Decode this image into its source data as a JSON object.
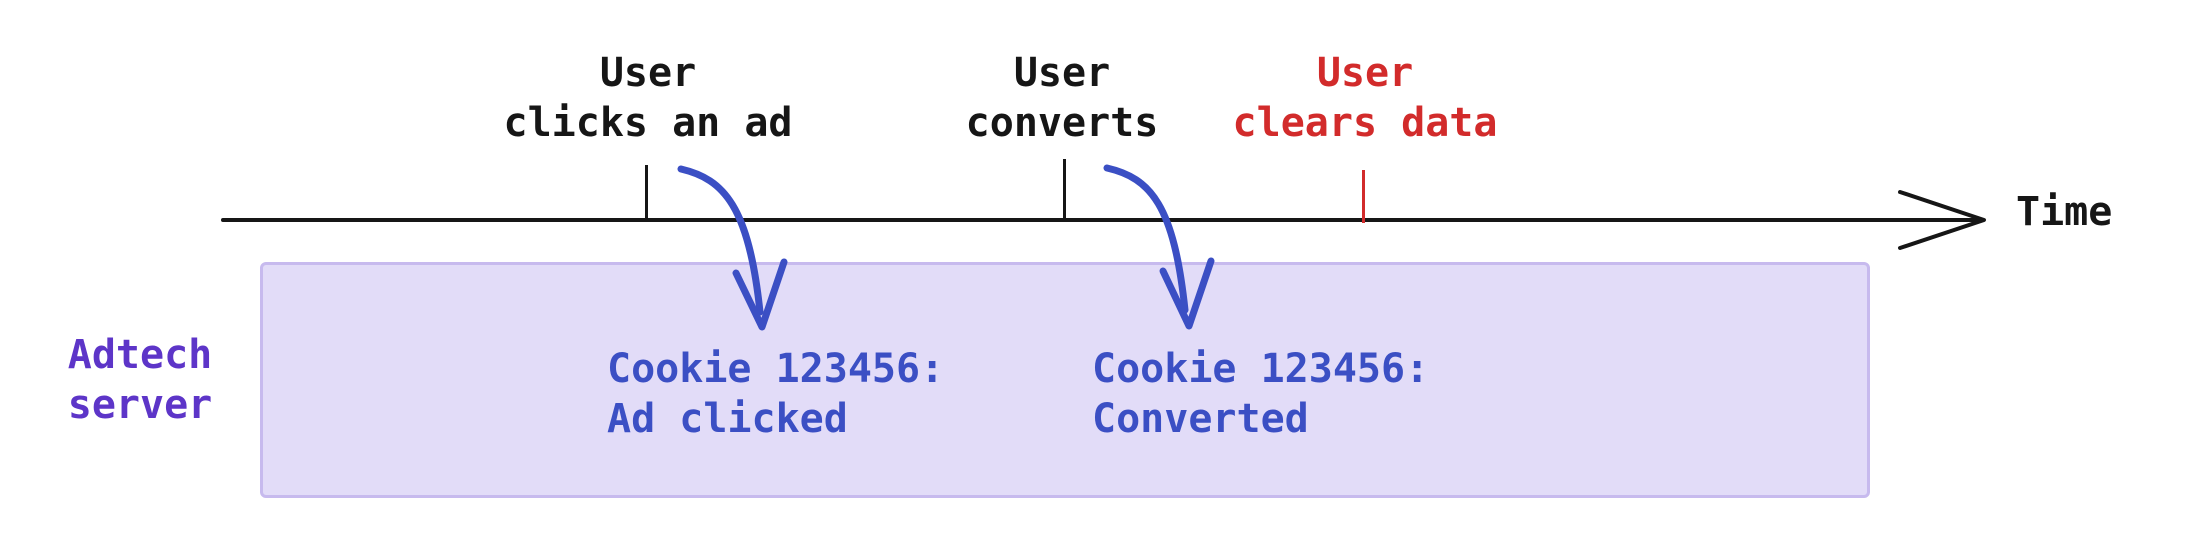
{
  "colors": {
    "black": "#161616",
    "red": "#d22b2b",
    "blue": "#3b4fc4",
    "purple": "#5d35c8",
    "box_fill": "#e2dcf8",
    "box_border": "#c7baee"
  },
  "timeline": {
    "axis_label": "Time",
    "events": [
      {
        "id": "click",
        "label": "User\nclicks an ad"
      },
      {
        "id": "convert",
        "label": "User\nconverts"
      },
      {
        "id": "clear",
        "label": "User\nclears data"
      }
    ]
  },
  "adtech": {
    "label": "Adtech\nserver",
    "records": [
      "Cookie 123456:\nAd clicked",
      "Cookie 123456:\nConverted"
    ]
  }
}
